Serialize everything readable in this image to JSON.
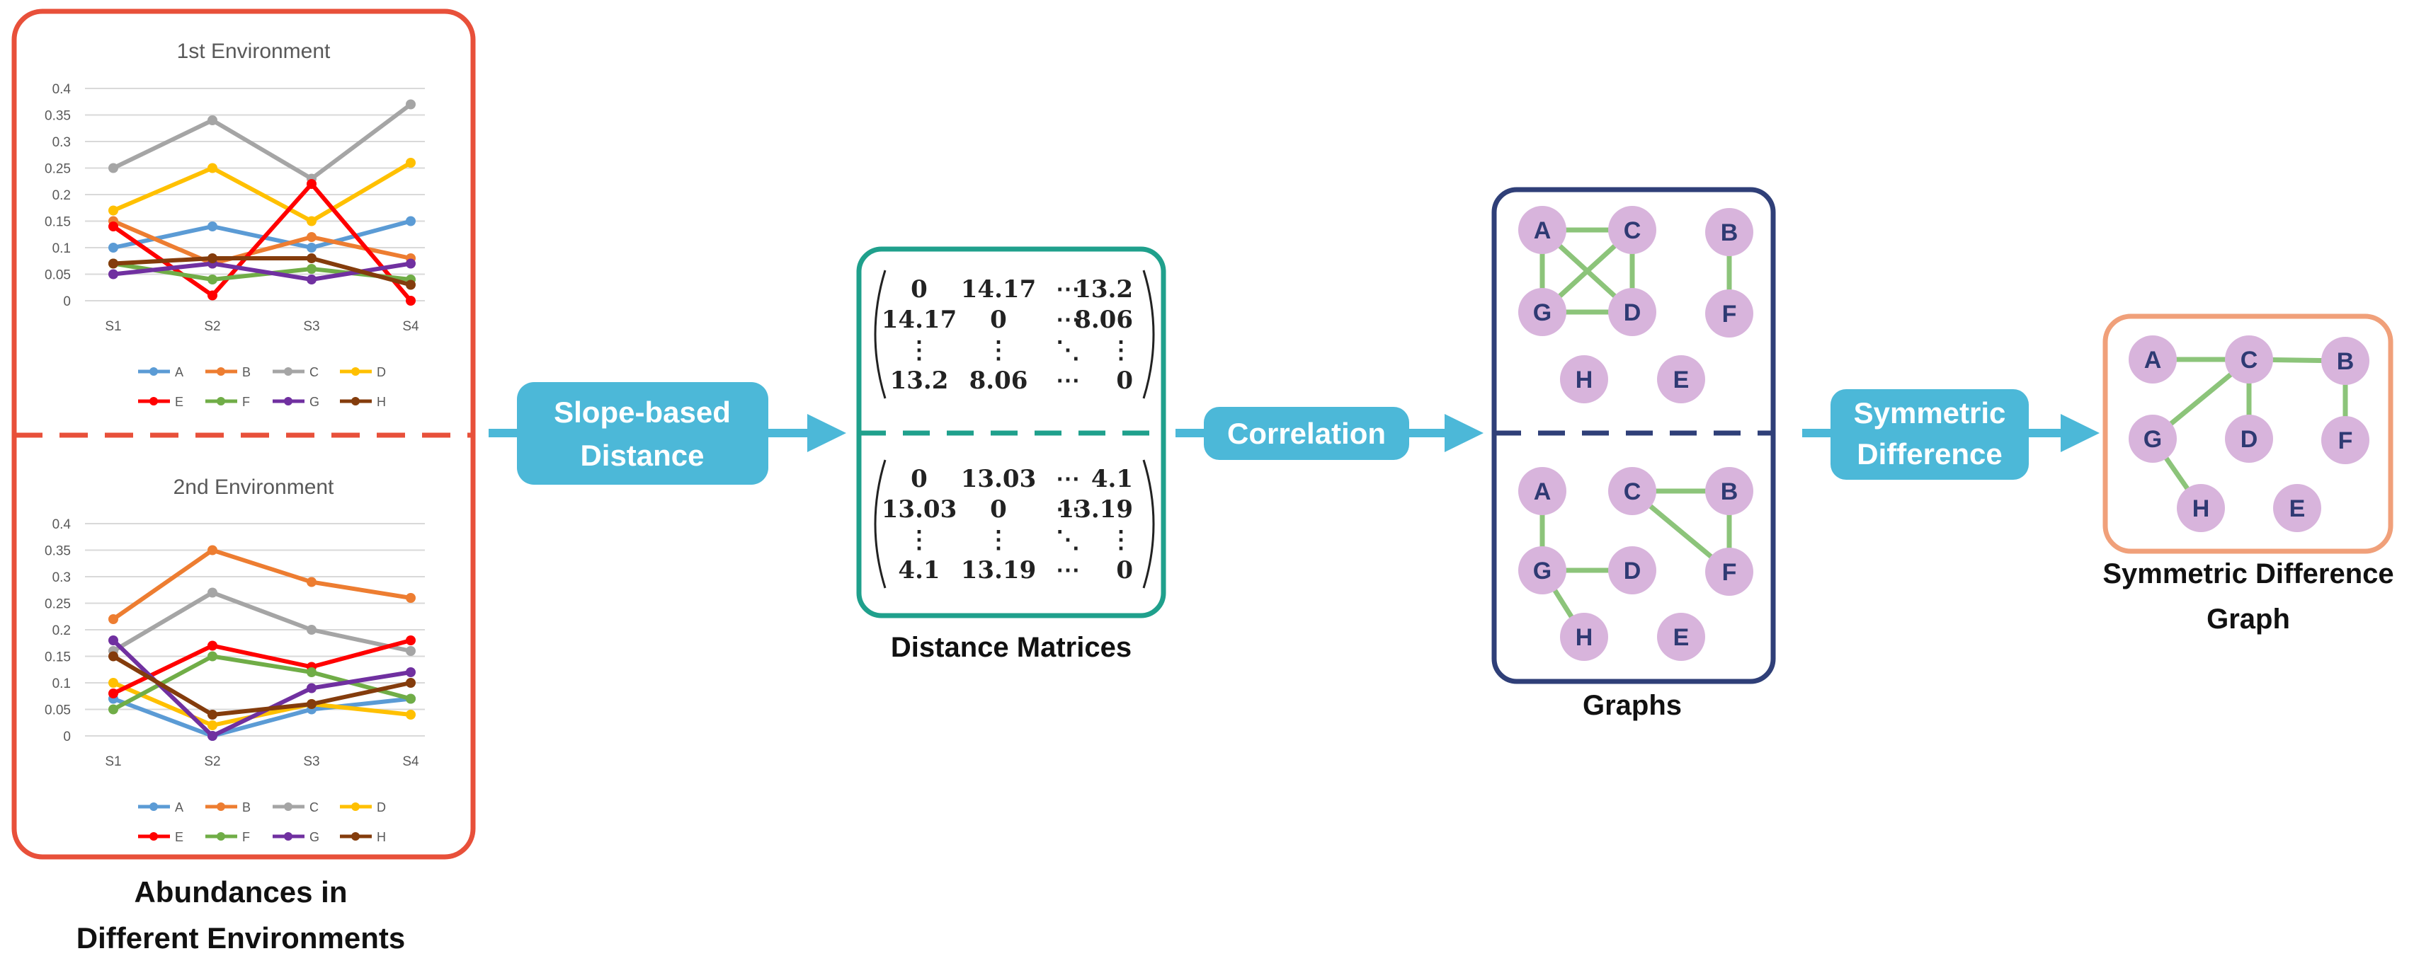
{
  "labels": {
    "abundances_line1": "Abundances in",
    "abundances_line2": "Different Environments",
    "distance_matrices": "Distance Matrices",
    "graphs": "Graphs",
    "symdiff_graph_line1": "Symmetric Difference",
    "symdiff_graph_line2": "Graph"
  },
  "arrows": {
    "slope_line1": "Slope-based",
    "slope_line2": "Distance",
    "correlation": "Correlation",
    "symdiff_line1": "Symmetric",
    "symdiff_line2": "Difference"
  },
  "colors": {
    "abundance_border": "#e8503a",
    "matrix_border": "#1fa08c",
    "graphs_border": "#2f3f78",
    "symdiff_border": "#f0a07a",
    "arrow": "#4cb8d8",
    "node_fill": "#d8b4dc",
    "edge": "#8cc47a",
    "node_text": "#2f3a73"
  },
  "chart_data": [
    {
      "type": "line",
      "title": "1st Environment",
      "categories": [
        "S1",
        "S2",
        "S3",
        "S4"
      ],
      "ylim": [
        0,
        0.4
      ],
      "yticks": [
        "0",
        "0.05",
        "0.1",
        "0.15",
        "0.2",
        "0.25",
        "0.3",
        "0.35",
        "0.4"
      ],
      "legend": "bottom",
      "series": [
        {
          "name": "A",
          "color": "#5b9bd5",
          "values": [
            0.1,
            0.14,
            0.1,
            0.15
          ]
        },
        {
          "name": "B",
          "color": "#ed7d31",
          "values": [
            0.15,
            0.07,
            0.12,
            0.08
          ]
        },
        {
          "name": "C",
          "color": "#a5a5a5",
          "values": [
            0.25,
            0.34,
            0.23,
            0.37
          ]
        },
        {
          "name": "D",
          "color": "#ffc000",
          "values": [
            0.17,
            0.25,
            0.15,
            0.26
          ]
        },
        {
          "name": "E",
          "color": "#ff0000",
          "values": [
            0.14,
            0.01,
            0.22,
            0.0
          ]
        },
        {
          "name": "F",
          "color": "#70ad47",
          "values": [
            0.07,
            0.04,
            0.06,
            0.04
          ]
        },
        {
          "name": "G",
          "color": "#7030a0",
          "values": [
            0.05,
            0.07,
            0.04,
            0.07
          ]
        },
        {
          "name": "H",
          "color": "#843c0c",
          "values": [
            0.07,
            0.08,
            0.08,
            0.03
          ]
        }
      ]
    },
    {
      "type": "line",
      "title": "2nd Environment",
      "categories": [
        "S1",
        "S2",
        "S3",
        "S4"
      ],
      "ylim": [
        0,
        0.4
      ],
      "yticks": [
        "0",
        "0.05",
        "0.1",
        "0.15",
        "0.2",
        "0.25",
        "0.3",
        "0.35",
        "0.4"
      ],
      "legend": "bottom",
      "series": [
        {
          "name": "A",
          "color": "#5b9bd5",
          "values": [
            0.07,
            0.0,
            0.05,
            0.07
          ]
        },
        {
          "name": "B",
          "color": "#ed7d31",
          "values": [
            0.22,
            0.35,
            0.29,
            0.26
          ]
        },
        {
          "name": "C",
          "color": "#a5a5a5",
          "values": [
            0.16,
            0.27,
            0.2,
            0.16
          ]
        },
        {
          "name": "D",
          "color": "#ffc000",
          "values": [
            0.1,
            0.02,
            0.06,
            0.04
          ]
        },
        {
          "name": "E",
          "color": "#ff0000",
          "values": [
            0.08,
            0.17,
            0.13,
            0.18
          ]
        },
        {
          "name": "F",
          "color": "#70ad47",
          "values": [
            0.05,
            0.15,
            0.12,
            0.07
          ]
        },
        {
          "name": "G",
          "color": "#7030a0",
          "values": [
            0.18,
            0.0,
            0.09,
            0.12
          ]
        },
        {
          "name": "H",
          "color": "#843c0c",
          "values": [
            0.15,
            0.04,
            0.06,
            0.1
          ]
        }
      ]
    }
  ],
  "matrices": [
    {
      "rows": [
        [
          "0",
          "14.17",
          "⋯",
          "13.2"
        ],
        [
          "14.17",
          "0",
          "⋯",
          "8.06"
        ],
        [
          "⋮",
          "⋮",
          "⋱",
          "⋮"
        ],
        [
          "13.2",
          "8.06",
          "⋯",
          "0"
        ]
      ]
    },
    {
      "rows": [
        [
          "0",
          "13.03",
          "⋯",
          "4.1"
        ],
        [
          "13.03",
          "0",
          "⋯",
          "13.19"
        ],
        [
          "⋮",
          "⋮",
          "⋱",
          "⋮"
        ],
        [
          "4.1",
          "13.19",
          "⋯",
          "0"
        ]
      ]
    }
  ],
  "graphs": [
    {
      "nodes": [
        "A",
        "C",
        "B",
        "G",
        "D",
        "F",
        "H",
        "E"
      ],
      "edges": [
        [
          "A",
          "C"
        ],
        [
          "A",
          "G"
        ],
        [
          "A",
          "D"
        ],
        [
          "C",
          "G"
        ],
        [
          "C",
          "D"
        ],
        [
          "G",
          "D"
        ],
        [
          "B",
          "F"
        ]
      ]
    },
    {
      "nodes": [
        "A",
        "C",
        "B",
        "G",
        "D",
        "F",
        "H",
        "E"
      ],
      "edges": [
        [
          "A",
          "G"
        ],
        [
          "G",
          "D"
        ],
        [
          "G",
          "H"
        ],
        [
          "C",
          "B"
        ],
        [
          "C",
          "F"
        ],
        [
          "B",
          "F"
        ]
      ]
    }
  ],
  "symdiff_graph": {
    "nodes": [
      "A",
      "C",
      "B",
      "G",
      "D",
      "F",
      "H",
      "E"
    ],
    "edges": [
      [
        "A",
        "C"
      ],
      [
        "C",
        "B"
      ],
      [
        "C",
        "D"
      ],
      [
        "C",
        "G"
      ],
      [
        "B",
        "F"
      ],
      [
        "G",
        "H"
      ]
    ]
  }
}
